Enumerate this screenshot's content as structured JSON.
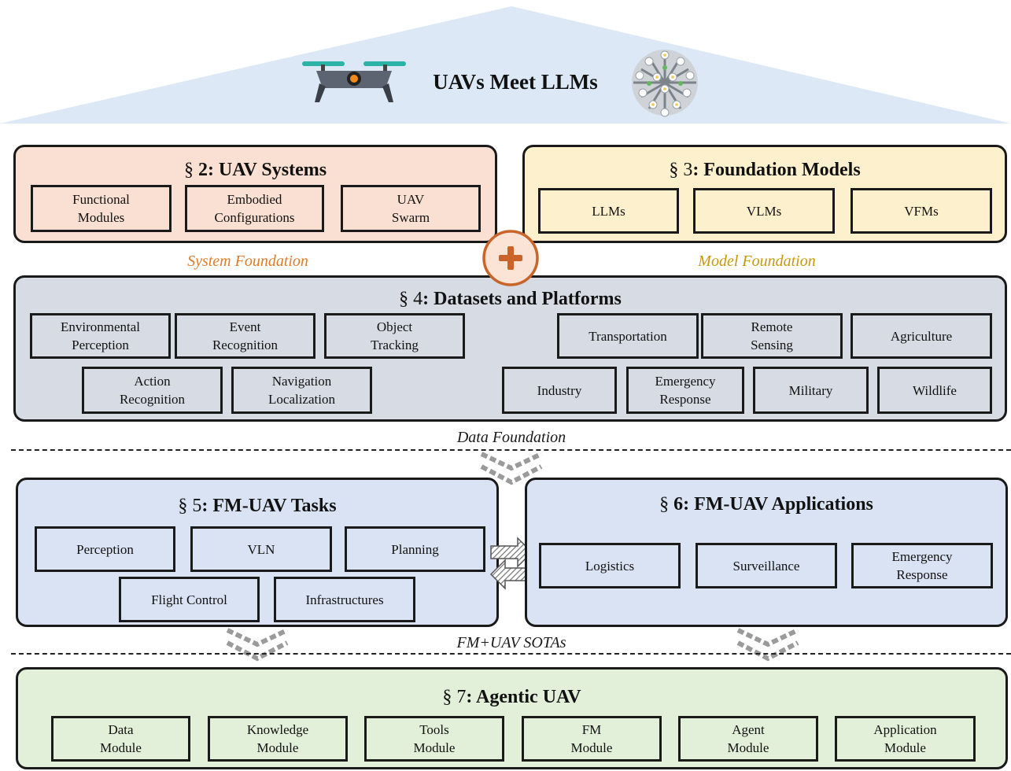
{
  "header": {
    "title": "UAVs Meet LLMs"
  },
  "icons": {
    "drone": "drone-icon",
    "brain": "neural-network-sphere-icon",
    "plus": "plus-icon",
    "down_chevrons": "down-chevron-icon",
    "bidirectional_arrows": "swap-arrows-icon"
  },
  "colors": {
    "system_panel": "#fae0d2",
    "foundation_panel": "#fdf0cc",
    "data_panel": "#d7dce4",
    "task_panel": "#dae3f3",
    "agentic_panel": "#e2efd9",
    "system_caption": "#e07b29",
    "model_caption": "#c8980c",
    "plus_accent": "#c9642a",
    "roof": "#dce8f5"
  },
  "uav_systems": {
    "section": "§",
    "title": "2: UAV Systems",
    "items": [
      {
        "line1": "Functional",
        "line2": "Modules"
      },
      {
        "line1": "Embodied",
        "line2": "Configurations"
      },
      {
        "line1": "UAV",
        "line2": "Swarm"
      }
    ],
    "caption": "System Foundation"
  },
  "foundation_models": {
    "section": "§ 3",
    "title": ": Foundation Models",
    "items": [
      "LLMs",
      "VLMs",
      "VFMs"
    ],
    "caption": "Model Foundation"
  },
  "datasets": {
    "section": "§ 4",
    "title": ": Datasets and Platforms",
    "items": [
      {
        "line1": "Environmental",
        "line2": "Perception"
      },
      {
        "line1": "Event",
        "line2": "Recognition"
      },
      {
        "line1": "Object",
        "line2": "Tracking"
      },
      {
        "line1": "Action",
        "line2": "Recognition"
      },
      {
        "line1": "Navigation",
        "line2": "Localization"
      },
      {
        "line1": "Transportation",
        "line2": ""
      },
      {
        "line1": "Remote",
        "line2": "Sensing"
      },
      {
        "line1": "Agriculture",
        "line2": ""
      },
      {
        "line1": "Industry",
        "line2": ""
      },
      {
        "line1": "Emergency",
        "line2": "Response"
      },
      {
        "line1": "Military",
        "line2": ""
      },
      {
        "line1": "Wildlife",
        "line2": ""
      }
    ],
    "caption": "Data Foundation"
  },
  "tasks": {
    "section": "§ 5",
    "title": ": FM-UAV Tasks",
    "items": [
      "Perception",
      "VLN",
      "Planning",
      "Flight Control",
      "Infrastructures"
    ]
  },
  "applications": {
    "section": "§",
    "title": "6: FM-UAV Applications",
    "items": [
      {
        "line1": "Logistics",
        "line2": ""
      },
      {
        "line1": "Surveillance",
        "line2": ""
      },
      {
        "line1": "Emergency",
        "line2": "Response"
      }
    ]
  },
  "sota_caption": "FM+UAV SOTAs",
  "agentic": {
    "section": "§ 7",
    "title": ": Agentic UAV",
    "items": [
      {
        "line1": "Data",
        "line2": "Module"
      },
      {
        "line1": "Knowledge",
        "line2": "Module"
      },
      {
        "line1": "Tools",
        "line2": "Module"
      },
      {
        "line1": "FM",
        "line2": "Module"
      },
      {
        "line1": "Agent",
        "line2": "Module"
      },
      {
        "line1": "Application",
        "line2": "Module"
      }
    ]
  }
}
